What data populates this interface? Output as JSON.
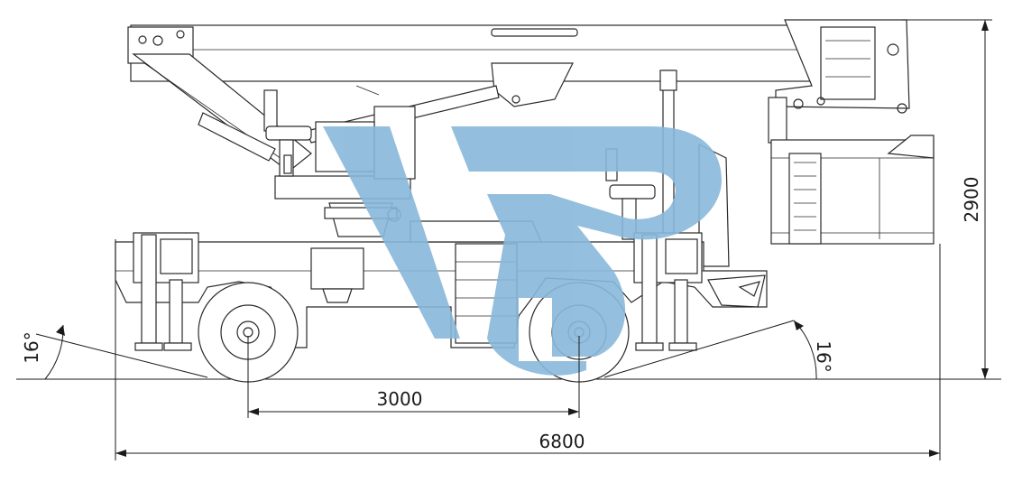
{
  "dimensions": {
    "wheelbase": "3000",
    "overall_length": "6800",
    "height": "2900",
    "angle_front": "16°",
    "angle_rear": "16°"
  },
  "colors": {
    "watermark": "#88b8da",
    "line": "#2a2a2a"
  },
  "icons": {
    "watermark": "vp-logo-icon"
  }
}
